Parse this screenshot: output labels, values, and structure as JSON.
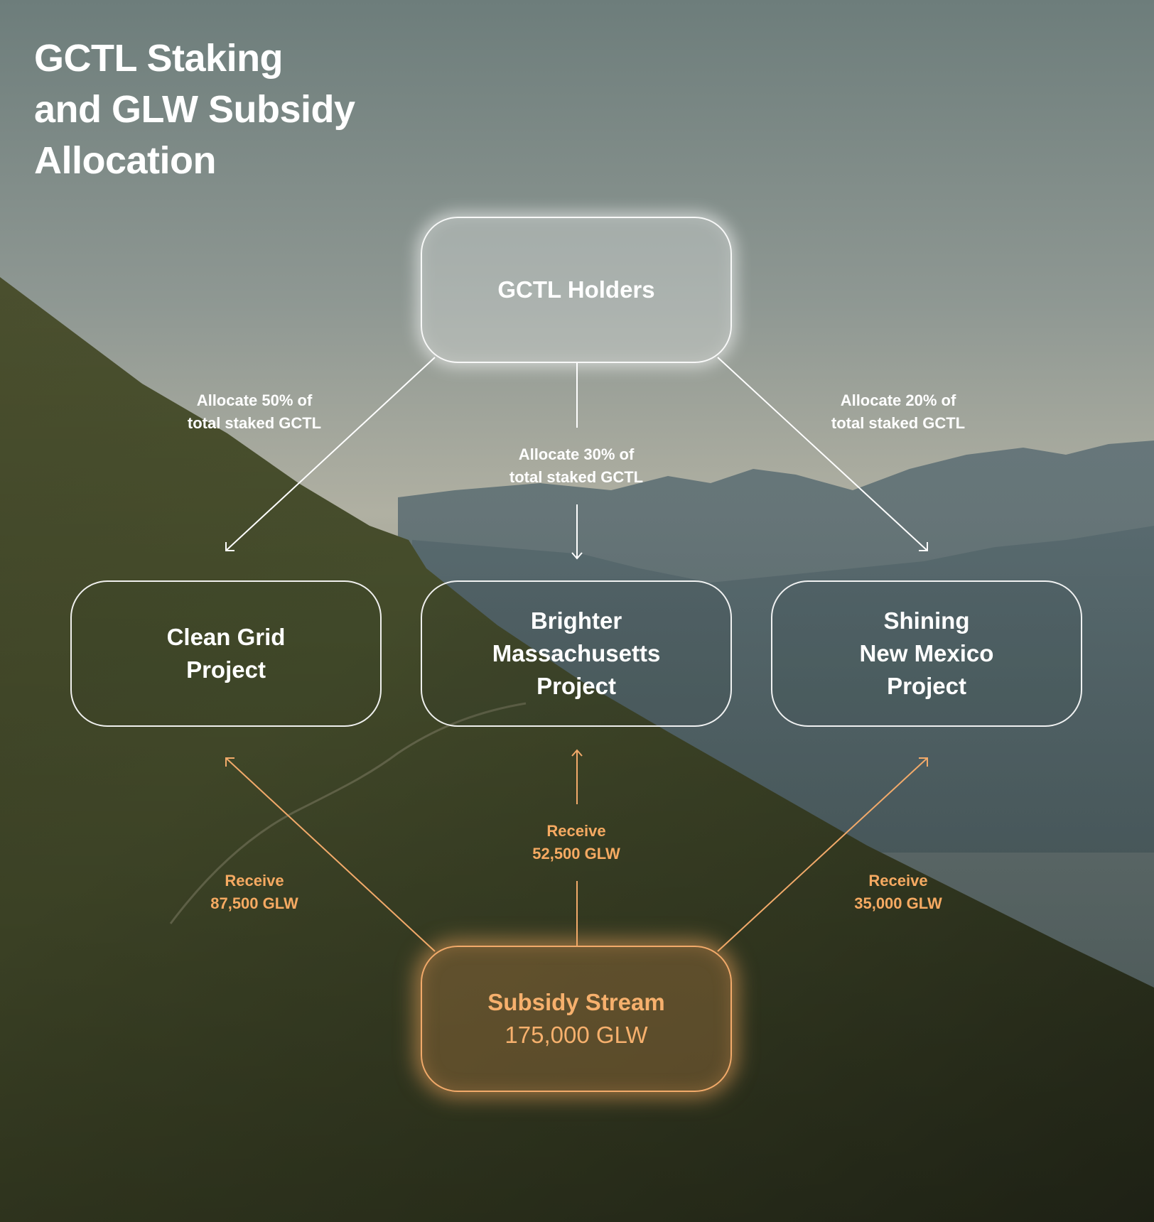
{
  "title": {
    "line1": "GCTL Staking",
    "line2": "and GLW Subsidy",
    "line3": "Allocation"
  },
  "nodes": {
    "holders": {
      "label": "GCTL Holders"
    },
    "clean_grid": {
      "line1": "Clean Grid",
      "line2": "Project"
    },
    "massachusetts": {
      "line1": "Brighter",
      "line2": "Massachusetts",
      "line3": "Project"
    },
    "new_mexico": {
      "line1": "Shining",
      "line2": "New Mexico",
      "line3": "Project"
    },
    "subsidy": {
      "title": "Subsidy Stream",
      "amount": "175,000 GLW"
    }
  },
  "allocations": {
    "left": {
      "line1": "Allocate 50% of",
      "line2": "total staked GCTL"
    },
    "center": {
      "line1": "Allocate 30% of",
      "line2": "total staked GCTL"
    },
    "right": {
      "line1": "Allocate 20% of",
      "line2": "total staked GCTL"
    }
  },
  "receipts": {
    "left": {
      "line1": "Receive",
      "line2": "87,500 GLW"
    },
    "center": {
      "line1": "Receive",
      "line2": "52,500 GLW"
    },
    "right": {
      "line1": "Receive",
      "line2": "35,000 GLW"
    }
  },
  "colors": {
    "allocation_line": "#ffffff",
    "subsidy_accent": "#f2aa6a"
  },
  "icons": {
    "arrow": "arrow-icon"
  }
}
